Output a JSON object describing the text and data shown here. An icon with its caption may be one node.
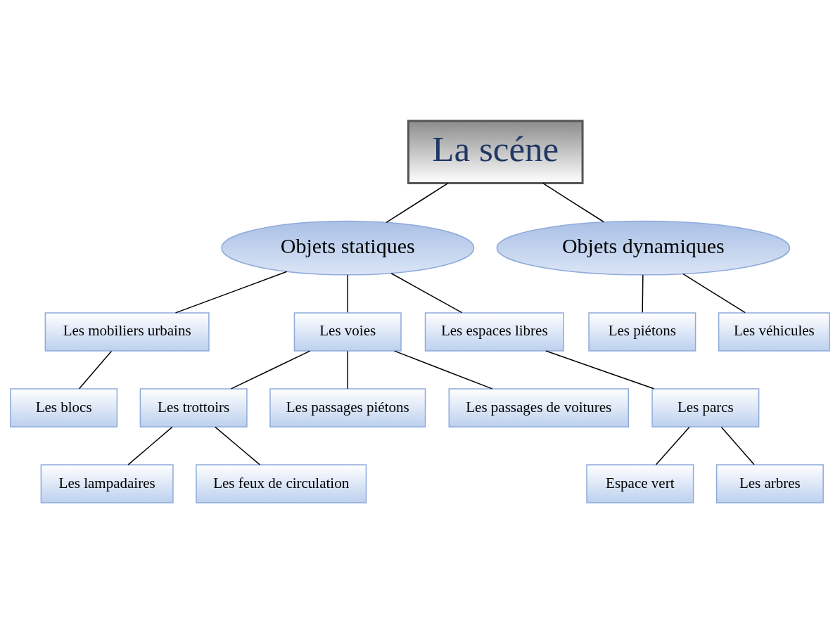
{
  "diagram": {
    "nodes": [
      {
        "text": [
          "La scéne"
        ]
      },
      {
        "text": [
          "Objets statiques"
        ]
      },
      {
        "text": [
          "Objets dynamiques"
        ]
      },
      {
        "text": [
          "Les mobiliers urbains"
        ]
      },
      {
        "text": [
          "Les voies"
        ]
      },
      {
        "text": [
          "Les espaces libres"
        ]
      },
      {
        "text": [
          "Les piétons"
        ]
      },
      {
        "text": [
          "Les véhicules"
        ]
      },
      {
        "text": [
          "Les blocs"
        ]
      },
      {
        "text": [
          "Les parcs"
        ]
      },
      {
        "text": [
          "Les trottoirs"
        ]
      },
      {
        "text": [
          "Les passages piétons"
        ]
      },
      {
        "text": [
          "Les passages de voitures"
        ]
      },
      {
        "text": [
          "Les lampadaires"
        ]
      },
      {
        "text": [
          "Les feux de circulation"
        ]
      },
      {
        "text": [
          "Espace vert"
        ]
      },
      {
        "text": [
          "Les arbres"
        ]
      }
    ],
    "edges": [
      {
        "from": 0,
        "to": 1,
        "arrow": "none"
      },
      {
        "from": 0,
        "to": 2,
        "arrow": "none"
      },
      {
        "from": 1,
        "to": 3,
        "arrow": "none"
      },
      {
        "from": 1,
        "to": 4,
        "arrow": "none"
      },
      {
        "from": 1,
        "to": 5,
        "arrow": "none"
      },
      {
        "from": 2,
        "to": 6,
        "arrow": "none"
      },
      {
        "from": 2,
        "to": 7,
        "arrow": "none"
      },
      {
        "from": 3,
        "to": 8,
        "arrow": "none"
      },
      {
        "from": 5,
        "to": 9,
        "arrow": "none"
      },
      {
        "from": 4,
        "to": 10,
        "arrow": "none"
      },
      {
        "from": 4,
        "to": 11,
        "arrow": "none"
      },
      {
        "from": 4,
        "to": 12,
        "arrow": "none"
      },
      {
        "from": 10,
        "to": 13,
        "arrow": "none"
      },
      {
        "from": 10,
        "to": 14,
        "arrow": "none"
      },
      {
        "from": 9,
        "to": 15,
        "arrow": "none"
      },
      {
        "from": 9,
        "to": 16,
        "arrow": "none"
      }
    ]
  }
}
